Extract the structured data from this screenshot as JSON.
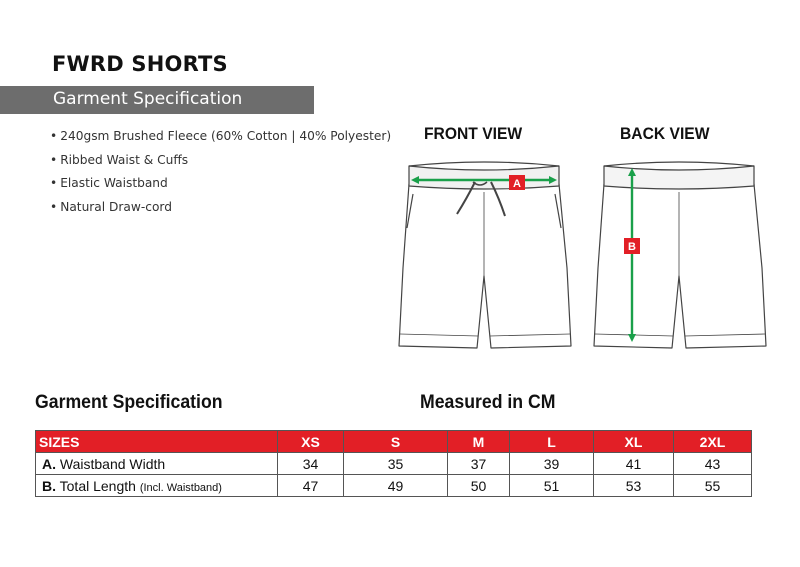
{
  "header": {
    "title": "FWRD SHORTS",
    "subtitle": "Garment Specification"
  },
  "features": [
    "240gsm Brushed Fleece (60% Cotton | 40% Polyester)",
    "Ribbed Waist & Cuffs",
    "Elastic Waistband",
    "Natural Draw-cord"
  ],
  "views": {
    "front_label": "FRONT VIEW",
    "back_label": "BACK VIEW",
    "marker_a": "A",
    "marker_b": "B"
  },
  "table_section": {
    "heading": "Garment Specification",
    "units_heading": "Measured in CM"
  },
  "table": {
    "header": [
      "SIZES",
      "XS",
      "S",
      "M",
      "L",
      "XL",
      "2XL"
    ],
    "rows": [
      {
        "code": "A.",
        "label": "Waistband Width",
        "note": "",
        "values": [
          "34",
          "35",
          "37",
          "39",
          "41",
          "43"
        ]
      },
      {
        "code": "B.",
        "label": "Total Length",
        "note": "(Incl. Waistband)",
        "values": [
          "47",
          "49",
          "50",
          "51",
          "53",
          "55"
        ]
      }
    ]
  },
  "colors": {
    "header_red": "#e21f26",
    "measure_green": "#1aa04a",
    "subtitle_grey": "#6d6d6d"
  }
}
